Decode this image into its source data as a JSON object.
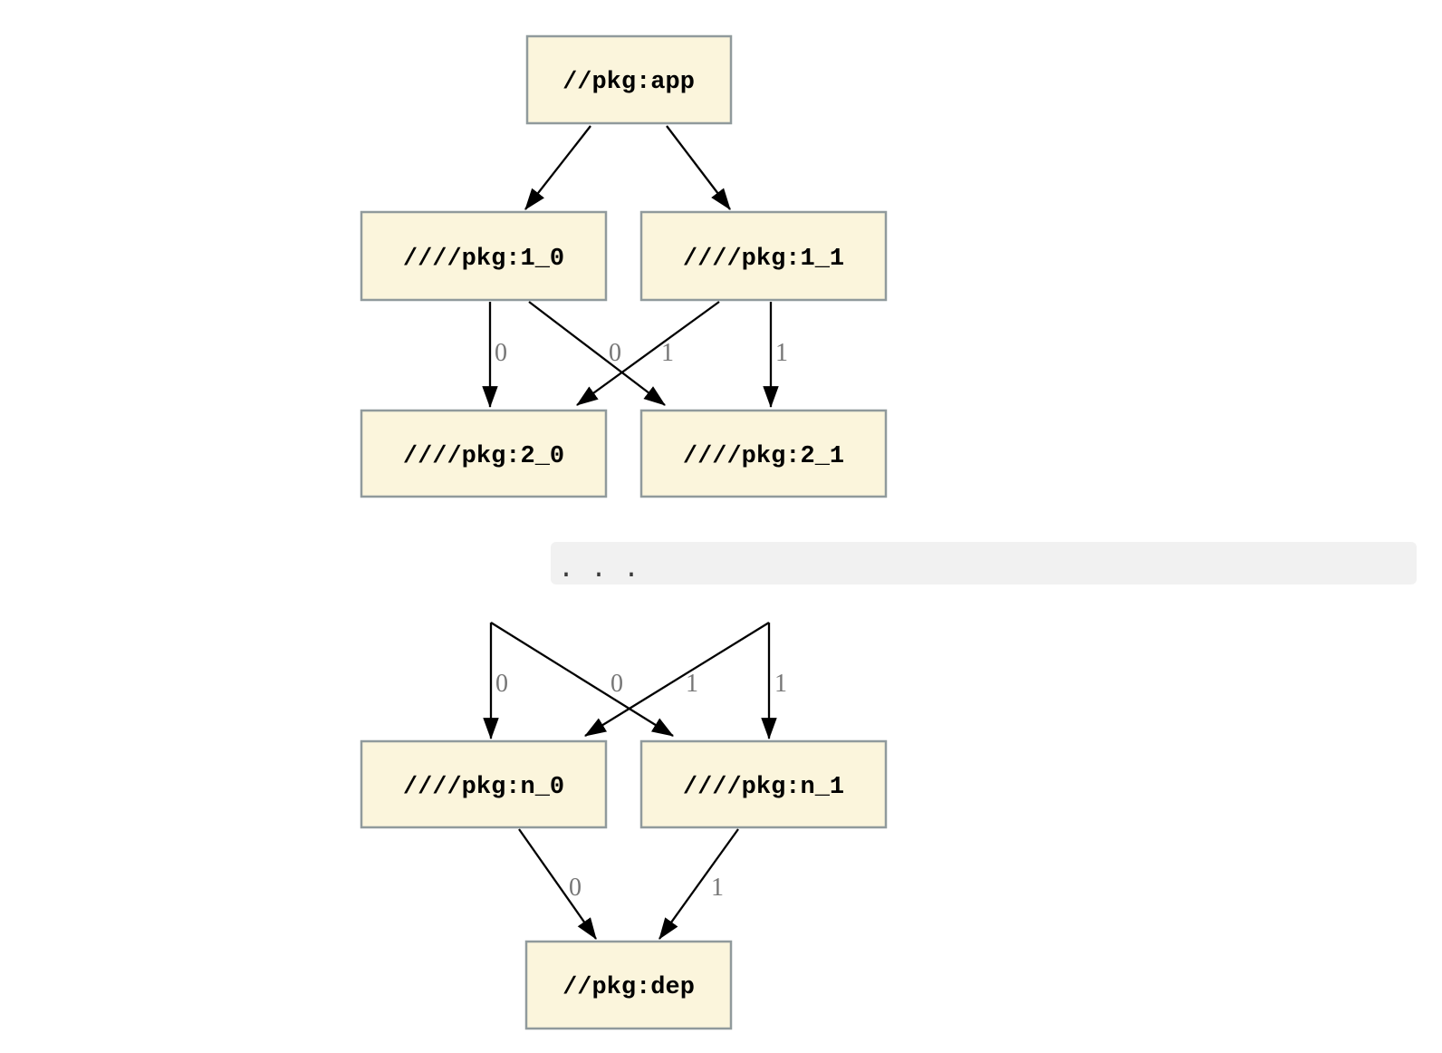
{
  "graph": {
    "type": "dependency-diagram",
    "colors": {
      "node_fill": "#fbf5dc",
      "node_border": "#909a9c",
      "node_text": "#000000",
      "edge": "#000000",
      "edge_label": "#767676",
      "band_bg": "#f1f1f1",
      "ellipsis": "#3a3a3a"
    },
    "nodes": {
      "app": "//pkg:app",
      "l1_0": "////pkg:1_0",
      "l1_1": "////pkg:1_1",
      "l2_0": "////pkg:2_0",
      "l2_1": "////pkg:2_1",
      "n_0": "////pkg:n_0",
      "n_1": "////pkg:n_1",
      "dep": "//pkg:dep"
    },
    "ellipsis": ".  .  .",
    "edge_labels": {
      "u1": "0",
      "u2": "0",
      "u3": "1",
      "u4": "1",
      "m1": "0",
      "m2": "0",
      "m3": "1",
      "m4": "1",
      "b1": "0",
      "b2": "1"
    },
    "edges": [
      {
        "from": "//pkg:app",
        "to": "////pkg:1_0"
      },
      {
        "from": "//pkg:app",
        "to": "////pkg:1_1"
      },
      {
        "from": "////pkg:1_0",
        "to": "////pkg:2_0",
        "label": "0"
      },
      {
        "from": "////pkg:1_0",
        "to": "////pkg:2_1",
        "label": "1"
      },
      {
        "from": "////pkg:1_1",
        "to": "////pkg:2_0",
        "label": "0"
      },
      {
        "from": "////pkg:1_1",
        "to": "////pkg:2_1",
        "label": "1"
      },
      {
        "from": "...",
        "to": "////pkg:n_0",
        "label": "0"
      },
      {
        "from": "...",
        "to": "////pkg:n_1",
        "label": "1"
      },
      {
        "from": "...",
        "to": "////pkg:n_0",
        "label": "0"
      },
      {
        "from": "...",
        "to": "////pkg:n_1",
        "label": "1"
      },
      {
        "from": "////pkg:n_0",
        "to": "//pkg:dep",
        "label": "0"
      },
      {
        "from": "////pkg:n_1",
        "to": "//pkg:dep",
        "label": "1"
      }
    ]
  }
}
